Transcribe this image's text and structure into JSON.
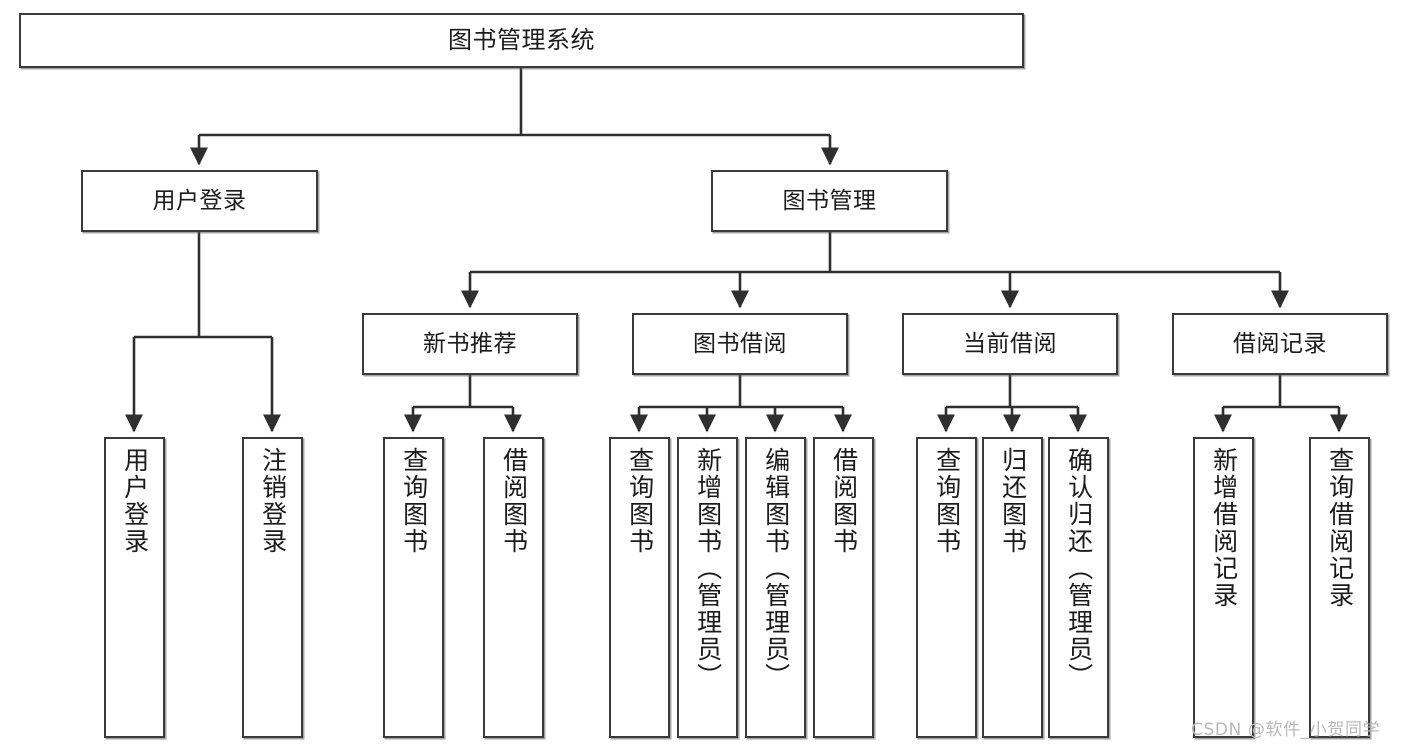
{
  "diagram": {
    "title": "图书管理系统",
    "type": "tree-hierarchy-diagram",
    "colors": {
      "box_border": "#3a3a3a",
      "box_fill": "#ffffff",
      "connector": "#2f2f2f",
      "text": "#1b1b1b",
      "watermark": "#b9b9b9"
    }
  },
  "root": {
    "label": "图书管理系统"
  },
  "level2": [
    {
      "label": "用户登录"
    },
    {
      "label": "图书管理"
    }
  ],
  "level3": [
    {
      "label": "新书推荐"
    },
    {
      "label": "图书借阅"
    },
    {
      "label": "当前借阅"
    },
    {
      "label": "借阅记录"
    }
  ],
  "leaves": {
    "user_login": [
      {
        "label": "用户登录"
      },
      {
        "label": "注销登录"
      }
    ],
    "new_book_recommend": [
      {
        "label": "查询图书"
      },
      {
        "label": "借阅图书"
      }
    ],
    "book_borrow": [
      {
        "label": "查询图书"
      },
      {
        "label": "新增图书（管理员）"
      },
      {
        "label": "编辑图书（管理员）"
      },
      {
        "label": "借阅图书"
      }
    ],
    "current_borrow": [
      {
        "label": "查询图书"
      },
      {
        "label": "归还图书"
      },
      {
        "label": "确认归还（管理员）"
      }
    ],
    "borrow_record": [
      {
        "label": "新增借阅记录"
      },
      {
        "label": "查询借阅记录"
      }
    ]
  },
  "watermark": {
    "text": "CSDN @软件_小贺同学"
  }
}
